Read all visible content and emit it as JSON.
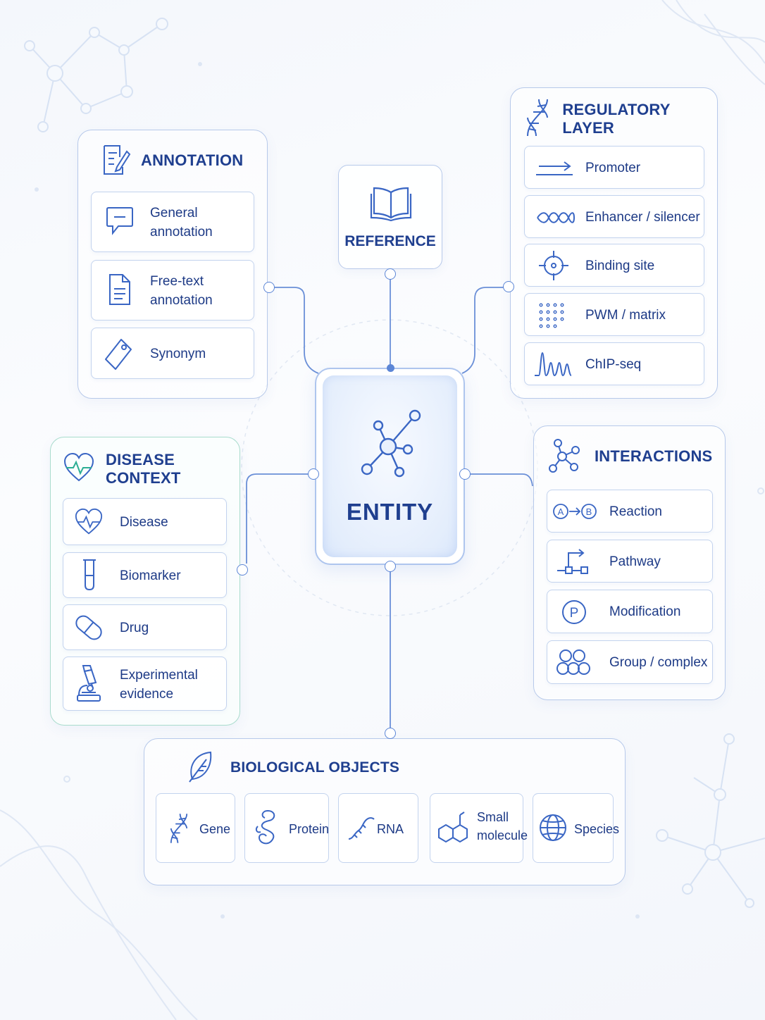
{
  "center": {
    "label": "ENTITY"
  },
  "reference": {
    "label": "REFERENCE"
  },
  "annotation": {
    "title": "ANNOTATION",
    "items": [
      {
        "lines": [
          "General",
          "annotation"
        ],
        "icon": "speech-bubble-icon"
      },
      {
        "lines": [
          "Free-text",
          "annotation"
        ],
        "icon": "document-icon"
      },
      {
        "lines": [
          "Synonym"
        ],
        "icon": "tag-icon"
      }
    ]
  },
  "regulatory": {
    "title": "REGULATORY LAYER",
    "items": [
      {
        "label": "Promoter",
        "icon": "arrow-icon"
      },
      {
        "label": "Enhancer / silencer",
        "icon": "loops-icon"
      },
      {
        "label": "Binding site",
        "icon": "target-icon"
      },
      {
        "label": "PWM / matrix",
        "icon": "dot-matrix-icon"
      },
      {
        "label": "ChIP-seq",
        "icon": "peaks-icon"
      }
    ]
  },
  "disease": {
    "title": "DISEASE CONTEXT",
    "items": [
      {
        "lines": [
          "Disease"
        ],
        "icon": "heart-pulse-icon"
      },
      {
        "lines": [
          "Biomarker"
        ],
        "icon": "test-tube-icon"
      },
      {
        "lines": [
          "Drug"
        ],
        "icon": "pill-icon"
      },
      {
        "lines": [
          "Experimental",
          "evidence"
        ],
        "icon": "microscope-icon"
      }
    ]
  },
  "interactions": {
    "title": "INTERACTIONS",
    "items": [
      {
        "label": "Reaction",
        "icon": "a-to-b-icon",
        "glyph_a": "A",
        "glyph_b": "B"
      },
      {
        "label": "Pathway",
        "icon": "pathway-icon"
      },
      {
        "label": "Modification",
        "icon": "phospho-icon",
        "glyph": "P"
      },
      {
        "label": "Group / complex",
        "icon": "complex-icon"
      }
    ]
  },
  "biological": {
    "title": "BIOLOGICAL OBJECTS",
    "items": [
      {
        "lines": [
          "Gene"
        ],
        "icon": "dna-icon"
      },
      {
        "lines": [
          "Protein"
        ],
        "icon": "protein-icon"
      },
      {
        "lines": [
          "RNA"
        ],
        "icon": "rna-icon"
      },
      {
        "lines": [
          "Small",
          "molecule"
        ],
        "icon": "hexagon-molecule-icon"
      },
      {
        "lines": [
          "Species"
        ],
        "icon": "globe-icon"
      }
    ]
  },
  "colors": {
    "accent": "#1f3f8f",
    "line": "#5c86d6",
    "panel_border": "#b7c9ea",
    "disease_border": "#a9dccd"
  }
}
